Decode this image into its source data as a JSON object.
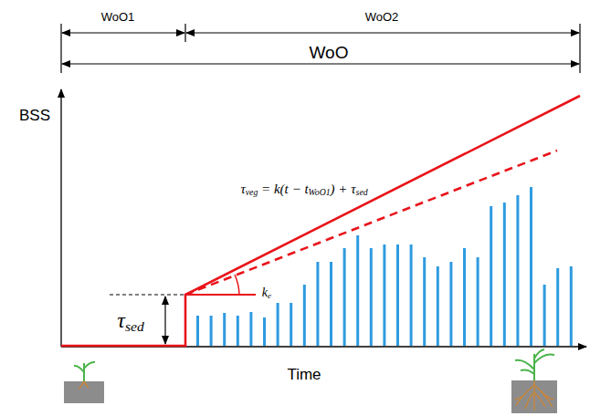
{
  "diagram": {
    "labels": [
      "WoO1",
      "WoO2",
      "WoO",
      "BSS",
      "τveg = k(t − tWoO1) + τsed",
      "ke",
      "τsed",
      "Time"
    ]
  }
}
